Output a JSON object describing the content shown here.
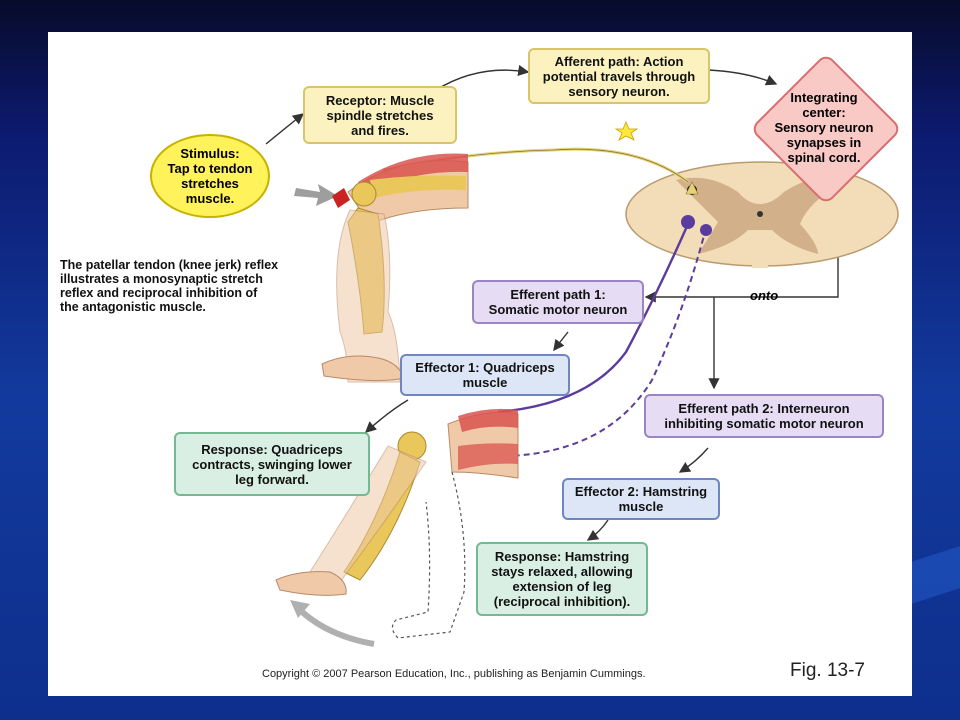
{
  "labels": {
    "stimulus": "Stimulus:\nTap to tendon\nstretches\nmuscle.",
    "receptor": "Receptor: Muscle\nspindle stretches\nand fires.",
    "afferent": "Afferent path: Action\npotential travels through\nsensory neuron.",
    "integrating": "Integrating\ncenter:\nSensory neuron\nsynapses in\nspinal cord.",
    "description": "The patellar tendon (knee jerk) reflex\nillustrates a monosynaptic stretch\nreflex and reciprocal inhibition of\nthe antagonistic muscle.",
    "efferent1": "Efferent path 1:\nSomatic motor neuron",
    "onto": "onto",
    "effector1": "Effector 1: Quadriceps\nmuscle",
    "efferent2": "Efferent path 2: Interneuron\ninhibiting somatic motor neuron",
    "response1": "Response: Quadriceps\ncontracts, swinging lower\nleg forward.",
    "effector2": "Effector 2: Hamstring\nmuscle",
    "response2": "Response: Hamstring\nstays relaxed, allowing\nextension of leg\n(reciprocal inhibition).",
    "copyright": "Copyright © 2007 Pearson Education, Inc., publishing as Benjamin Cummings.",
    "figure": "Fig. 13-7"
  },
  "colors": {
    "slide_background": "#0c1a6e",
    "stimulus": "#fff25a",
    "receptor_afferent": "#fbf2bf",
    "integrating_center": "#f9c9c6",
    "efferent": "#e6dcf3",
    "effector": "#dde6f6",
    "response": "#d9efe3",
    "muscle": "#d9534f",
    "bone": "#e9c75b",
    "sensory_neuron": "#e7d27a",
    "motor_neuron": "#5b3c9e",
    "spinal_cord": "#f3dcb8"
  },
  "icons": [
    "tap-arrow-icon",
    "action-potential-star-icon",
    "swing-arrow-icon"
  ]
}
